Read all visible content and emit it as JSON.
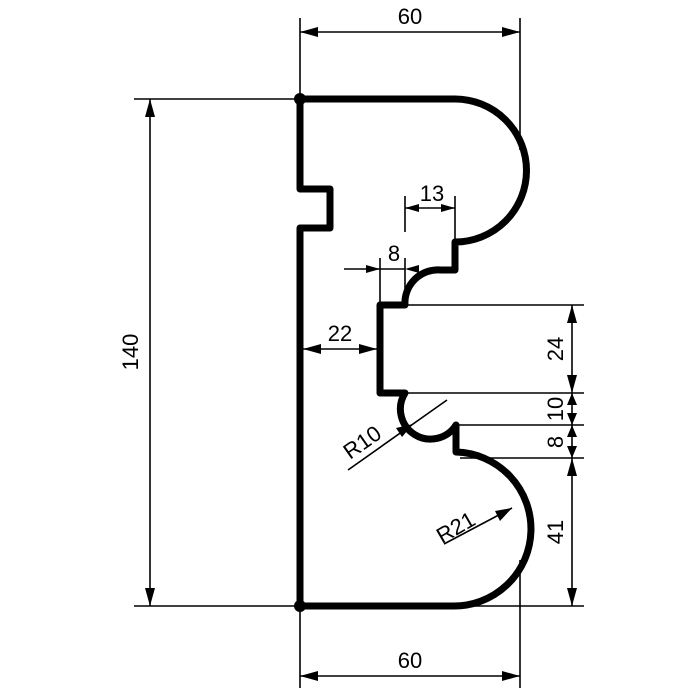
{
  "dimensions": {
    "top_width": "60",
    "bottom_width": "60",
    "total_height": "140",
    "top_step_width": "13",
    "step_offset": "8",
    "recess_depth": "22",
    "recess_height": "24",
    "small_gap": "10",
    "step_height": "8",
    "lower_bulge_height": "41",
    "small_radius": "R10",
    "large_radius": "R21"
  },
  "colors": {
    "ink": "#000000",
    "background": "#ffffff"
  }
}
